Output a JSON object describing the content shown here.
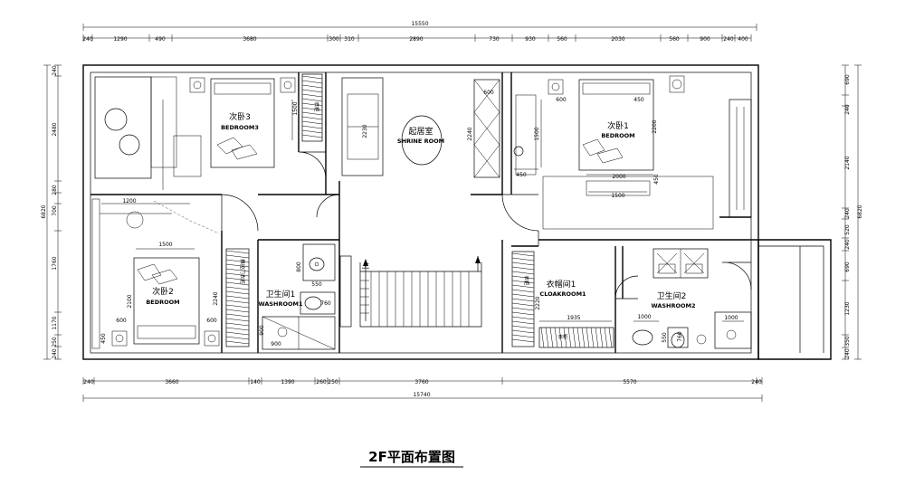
{
  "title": "2F平面布置图",
  "dimensions": {
    "top_total": "15550",
    "top_segments": [
      "240",
      "1290",
      "490",
      "3680",
      "300",
      "310",
      "2890",
      "730",
      "930",
      "560",
      "2030",
      "560",
      "900",
      "240",
      "400"
    ],
    "bottom_total": "15740",
    "bottom_segments": [
      "240",
      "3660",
      "140",
      "1390",
      "260",
      "250",
      "3760",
      "5570",
      "240"
    ],
    "left_total": "6820",
    "left_segments": [
      "240",
      "2480",
      "280",
      "700",
      "1760",
      "1170",
      "250",
      "240"
    ],
    "right_total": "6820",
    "right_segments": [
      "690",
      "240",
      "2140",
      "240",
      "520",
      "240",
      "690",
      "1230",
      "350",
      "240"
    ]
  },
  "rooms": {
    "bedroom3_zh": "次卧3",
    "bedroom3_en": "BEDROOM3",
    "shrine_zh": "起居室",
    "shrine_en": "SHRINE ROOM",
    "bedroom1_zh": "次卧1",
    "bedroom1_en": "BEDROOM",
    "bedroom2_zh": "次卧2",
    "bedroom2_en": "BEDROOM",
    "wash1_zh": "卫生间1",
    "wash1_en": "WASHROOM1",
    "cloak_zh": "衣帽间1",
    "cloak_en": "CLOAKROOM1",
    "wash2_zh": "卫生间2",
    "wash2_en": "WASHROOM2",
    "stair_up": "上"
  },
  "inner_dims": {
    "b3_1500": "1500",
    "shrine_2230": "2230",
    "shrine_2240": "2240",
    "shrine_600": "600",
    "b1_600": "600",
    "b1_450a": "450",
    "b1_1500v": "1500",
    "b1_450b": "450",
    "b1_2200": "2200",
    "b1_2000": "2000",
    "b1_450c": "450",
    "b1_1500": "1500",
    "b2_1200": "1200",
    "b2_1500": "1500",
    "b2_2100": "2100",
    "b2_2240": "2240",
    "b2_600a": "600",
    "b2_600b": "600",
    "b2_450": "450",
    "w1_800": "800",
    "w1_550": "550",
    "w1_760": "760",
    "w1_900a": "900",
    "w1_900b": "900",
    "c_2220": "2220",
    "c_1935": "1935",
    "w2_1000a": "1000",
    "w2_1000b": "1000",
    "w2_550": "550",
    "w2_760": "760"
  },
  "cabinet_labels": {
    "b3_wardrobe": "衣柜",
    "b2_wardrobe": "推拉门衣柜",
    "cloak_v": "衣柜",
    "cloak_h": "衣柜"
  }
}
